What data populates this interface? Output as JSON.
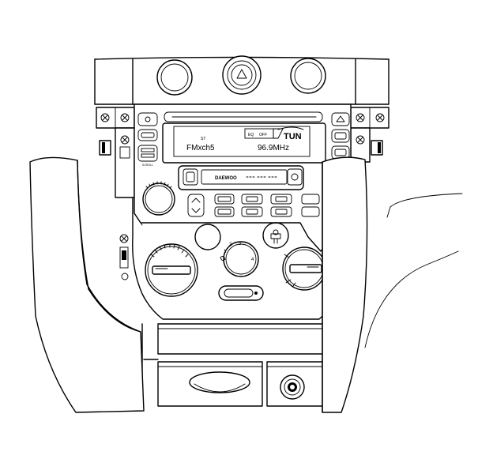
{
  "radio": {
    "st_indicator": "ST",
    "band_preset": "FMxch5",
    "eq_label": "EQ",
    "off_label": "OFF",
    "mode": "TUN",
    "frequency": "96.9MHz",
    "brand": "DAEWOO",
    "scroll_label": "SCROLL"
  },
  "controls": {
    "fan_speeds": [
      "1",
      "2",
      "3",
      "4"
    ]
  }
}
